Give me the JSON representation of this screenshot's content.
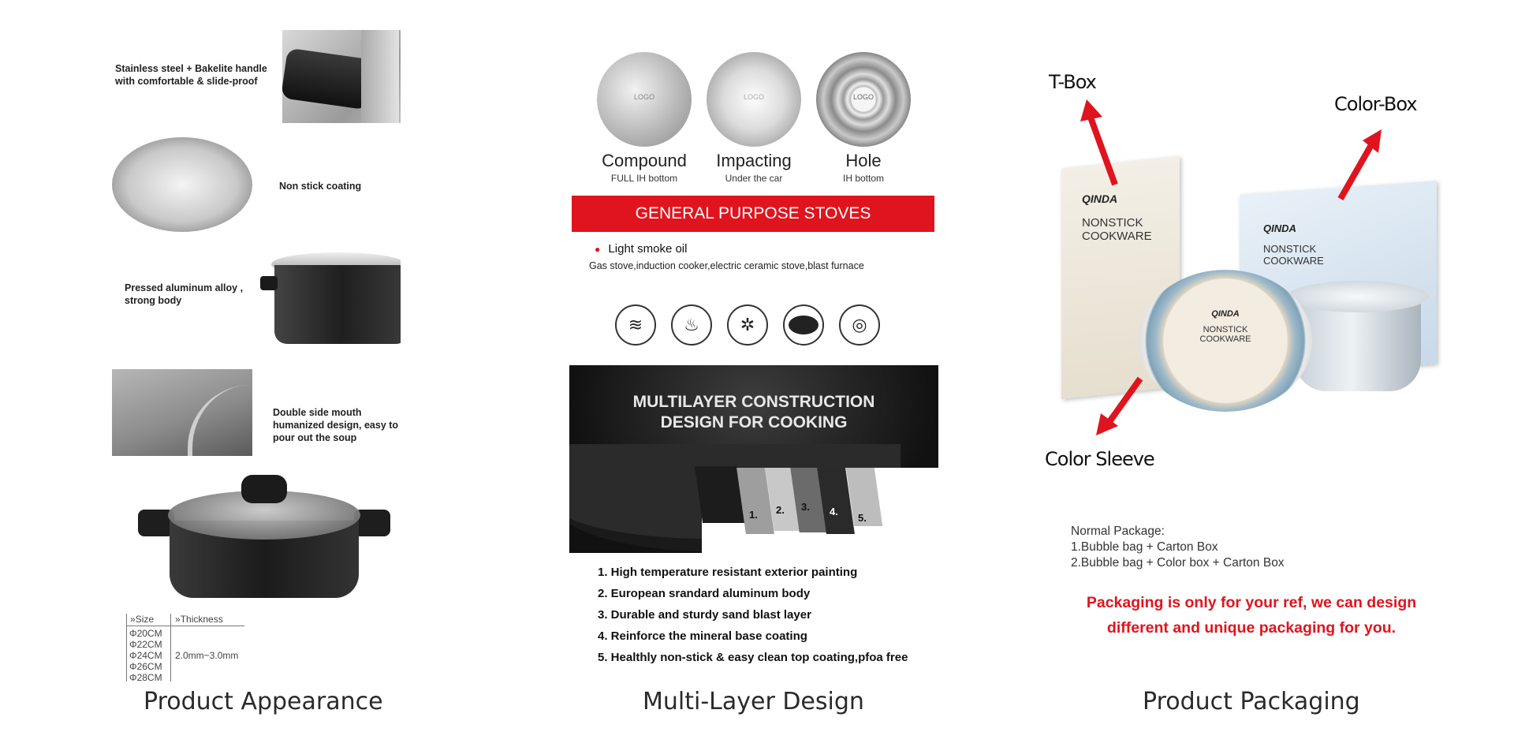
{
  "appearance": {
    "caption": "Product Appearance",
    "handle_text": "Stainless steel + Bakelite handle with comfortable & slide-proof",
    "coating_text": "Non stick coating",
    "body_text": "Pressed aluminum alloy , strong body",
    "mouth_text": "Double side mouth humanized design, easy to pour out the soup",
    "size_table": {
      "size_header": "Size",
      "thickness_header": "Thickness",
      "sizes": [
        "Φ20CM",
        "Φ22CM",
        "Φ24CM",
        "Φ26CM",
        "Φ28CM"
      ],
      "thickness": "2.0mm~3.0mm"
    }
  },
  "multilayer": {
    "caption": "Multi-Layer Design",
    "bottoms": [
      {
        "title": "Compound",
        "sub": "FULL IH bottom",
        "logo": "LOGO"
      },
      {
        "title": "Impacting",
        "sub": "Under the car",
        "logo": "LOGO"
      },
      {
        "title": "Hole",
        "sub": "IH bottom",
        "logo": "LOGO"
      }
    ],
    "banner": "GENERAL PURPOSE STOVES",
    "smoke_label": "Light smoke oil",
    "stoves_text": "Gas stove,induction cooker,electric ceramic stove,blast furnace",
    "stove_icons": [
      "induction-coil-icon",
      "flame-icon",
      "gas-burner-icon",
      "ceramic-plate-icon",
      "radiant-stove-icon"
    ],
    "construction_title_1": "MULTILAYER CONSTRUCTION",
    "construction_title_2": "DESIGN FOR COOKING",
    "layer_numbers": [
      "1.",
      "2.",
      "3.",
      "4.",
      "5."
    ],
    "features": [
      "1. High temperature resistant exterior painting",
      "2. European srandard aluminum body",
      "3. Durable and sturdy sand blast layer",
      "4. Reinforce the mineral base coating",
      "5. Healthly non-stick & easy clean top coating,pfoa free"
    ]
  },
  "packaging": {
    "caption": "Product Packaging",
    "tbox_label": "T-Box",
    "colorbox_label": "Color-Box",
    "sleeve_label": "Color Sleeve",
    "brand": "QINDA",
    "box_title_1": "NONSTICK",
    "box_title_2": "COOKWARE",
    "pan_title": "NONSTICK COOKWARE",
    "normal_title": "Normal Package:",
    "normal_lines": [
      "1.Bubble bag + Carton Box",
      "2.Bubble bag + Color box + Carton Box"
    ],
    "ref_line_1": "Packaging is only for your ref, we can design",
    "ref_line_2": "different and unique packaging for you."
  },
  "colors": {
    "accent_red": "#e0141e",
    "dark": "#1c1c1c"
  }
}
